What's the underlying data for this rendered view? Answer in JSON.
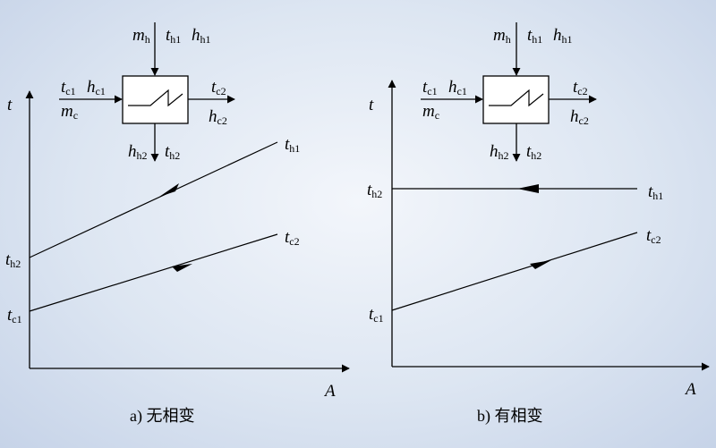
{
  "panels": [
    {
      "caption": "a) 无相变",
      "axis_y": "t",
      "axis_x": "A",
      "hx": {
        "top": [
          {
            "v": "m",
            "s": "h"
          },
          {
            "v": "t",
            "s": "h1"
          },
          {
            "v": "h",
            "s": "h1"
          }
        ],
        "left_top": [
          {
            "v": "t",
            "s": "c1"
          },
          {
            "v": "h",
            "s": "c1"
          }
        ],
        "left_bottom": [
          {
            "v": "m",
            "s": "c"
          }
        ],
        "right_top": [
          {
            "v": "t",
            "s": "c2"
          }
        ],
        "right_bottom": [
          {
            "v": "h",
            "s": "c2"
          }
        ],
        "bottom": [
          {
            "v": "h",
            "s": "h2"
          },
          {
            "v": "t",
            "s": "h2"
          }
        ]
      },
      "line_labels": {
        "hot_end": {
          "v": "t",
          "s": "h1"
        },
        "hot_start": {
          "v": "t",
          "s": "h2"
        },
        "cold_end": {
          "v": "t",
          "s": "c2"
        },
        "cold_start": {
          "v": "t",
          "s": "c1"
        }
      }
    },
    {
      "caption": "b) 有相变",
      "axis_y": "t",
      "axis_x": "A",
      "hx": {
        "top": [
          {
            "v": "m",
            "s": "h"
          },
          {
            "v": "t",
            "s": "h1"
          },
          {
            "v": "h",
            "s": "h1"
          }
        ],
        "left_top": [
          {
            "v": "t",
            "s": "c1"
          },
          {
            "v": "h",
            "s": "c1"
          }
        ],
        "left_bottom": [
          {
            "v": "m",
            "s": "c"
          }
        ],
        "right_top": [
          {
            "v": "t",
            "s": "c2"
          }
        ],
        "right_bottom": [
          {
            "v": "h",
            "s": "c2"
          }
        ],
        "bottom": [
          {
            "v": "h",
            "s": "h2"
          },
          {
            "v": "t",
            "s": "h2"
          }
        ]
      },
      "line_labels": {
        "hot_end": {
          "v": "t",
          "s": "h1"
        },
        "hot_start": {
          "v": "t",
          "s": "h2"
        },
        "cold_end": {
          "v": "t",
          "s": "c2"
        },
        "cold_start": {
          "v": "t",
          "s": "c1"
        }
      }
    }
  ]
}
